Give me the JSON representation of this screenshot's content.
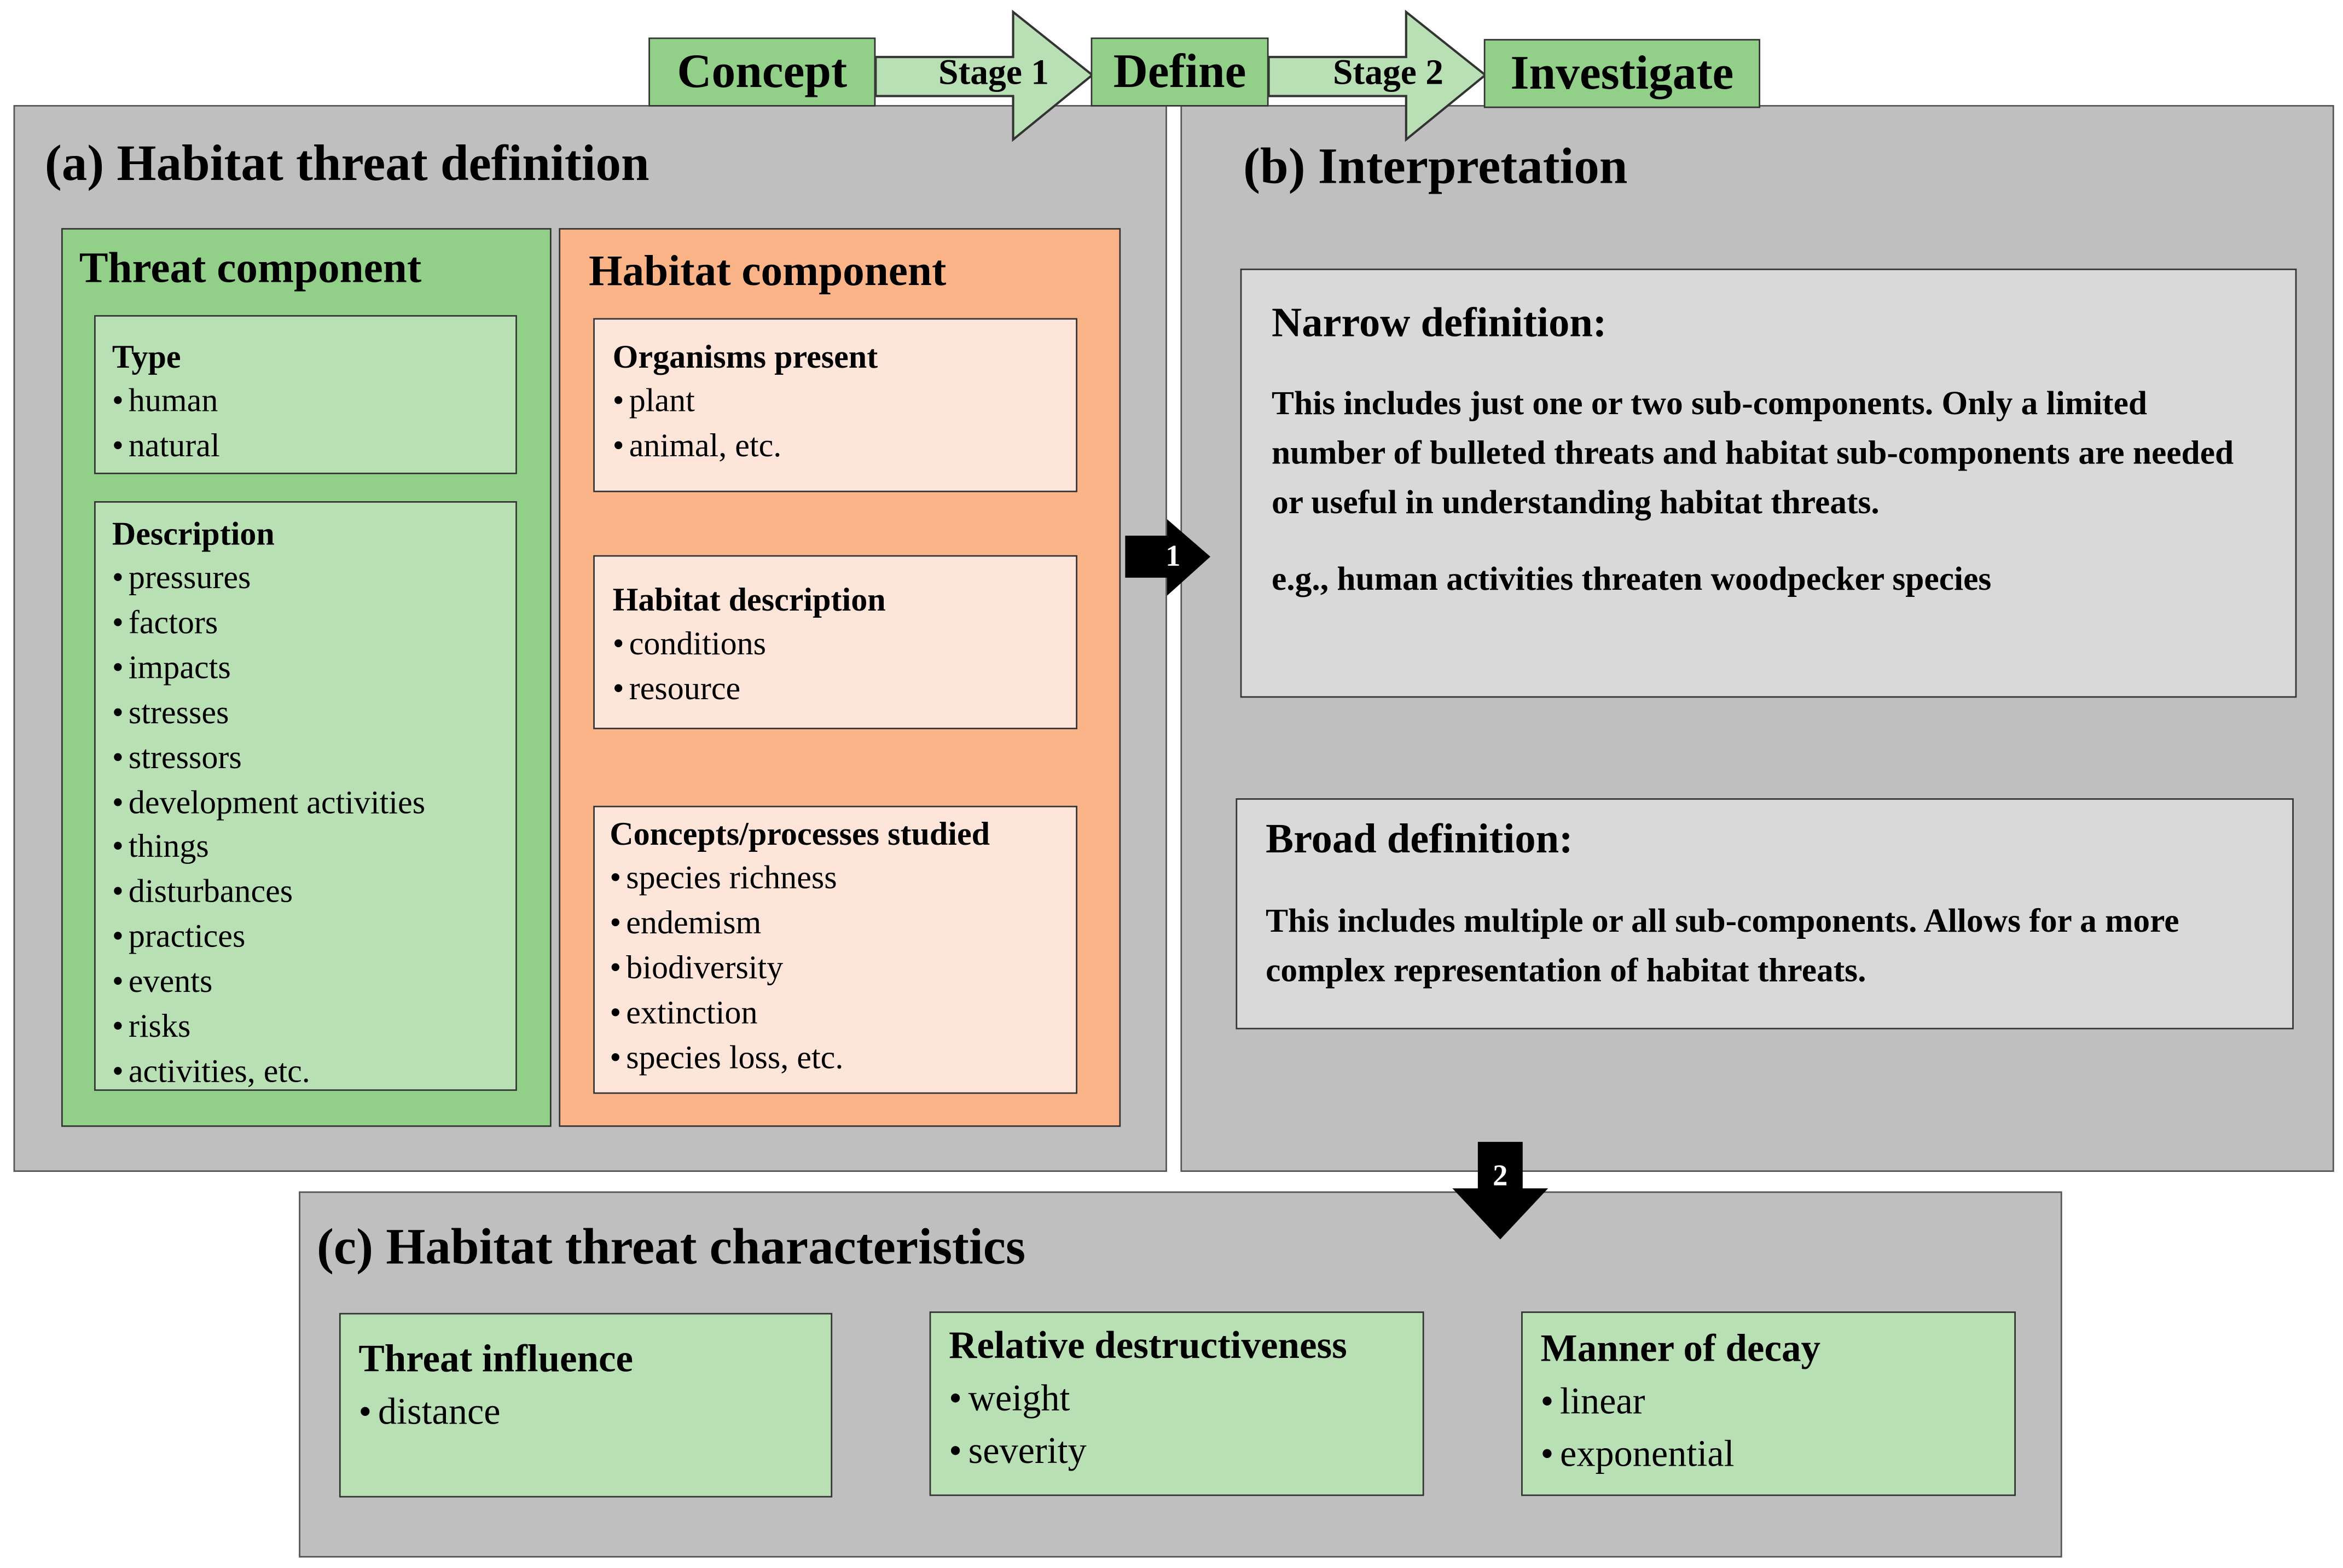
{
  "flow": {
    "concept": "Concept",
    "stage1": "Stage 1",
    "define": "Define",
    "stage2": "Stage 2",
    "investigate": "Investigate"
  },
  "panel_a": {
    "title": "(a) Habitat threat definition",
    "threat": {
      "title": "Threat component",
      "type": {
        "title": "Type",
        "items": [
          "human",
          "natural"
        ]
      },
      "description": {
        "title": "Description",
        "items": [
          "pressures",
          "factors",
          "impacts",
          "stresses",
          "stressors",
          "development activities",
          "things",
          "disturbances",
          "practices",
          "events",
          "risks",
          "activities, etc."
        ]
      }
    },
    "habitat": {
      "title": "Habitat component",
      "organisms": {
        "title": "Organisms present",
        "items": [
          "plant",
          "animal, etc."
        ]
      },
      "description": {
        "title": "Habitat description",
        "items": [
          "conditions",
          "resource"
        ]
      },
      "concepts": {
        "title": "Concepts/processes studied",
        "items": [
          "species richness",
          "endemism",
          "biodiversity",
          "extinction",
          "species loss, etc."
        ]
      }
    }
  },
  "panel_b": {
    "title": "(b) Interpretation",
    "narrow": {
      "title": "Narrow definition:",
      "text": "This includes just one or two sub-components. Only a limited number of bulleted threats and habitat sub-components are needed or useful in understanding habitat threats.",
      "example": "e.g., human activities threaten woodpecker species"
    },
    "broad": {
      "title": "Broad definition:",
      "text": "This includes multiple or all sub-components. Allows for a more complex representation of habitat threats."
    }
  },
  "panel_c": {
    "title": "(c) Habitat threat characteristics",
    "influence": {
      "title": "Threat influence",
      "items": [
        "distance"
      ]
    },
    "destructiveness": {
      "title": "Relative destructiveness",
      "items": [
        "weight",
        "severity"
      ]
    },
    "decay": {
      "title": "Manner of decay",
      "items": [
        "linear",
        "exponential"
      ]
    }
  },
  "arrows": {
    "one": "1",
    "two": "2"
  },
  "colors": {
    "panel_gray": "#bfbfbf",
    "light_green": "#b9e0b4",
    "dark_green": "#92d08a",
    "orange": "#fbb487",
    "peach": "#fde5d9",
    "light_gray": "#d9d9d9"
  }
}
